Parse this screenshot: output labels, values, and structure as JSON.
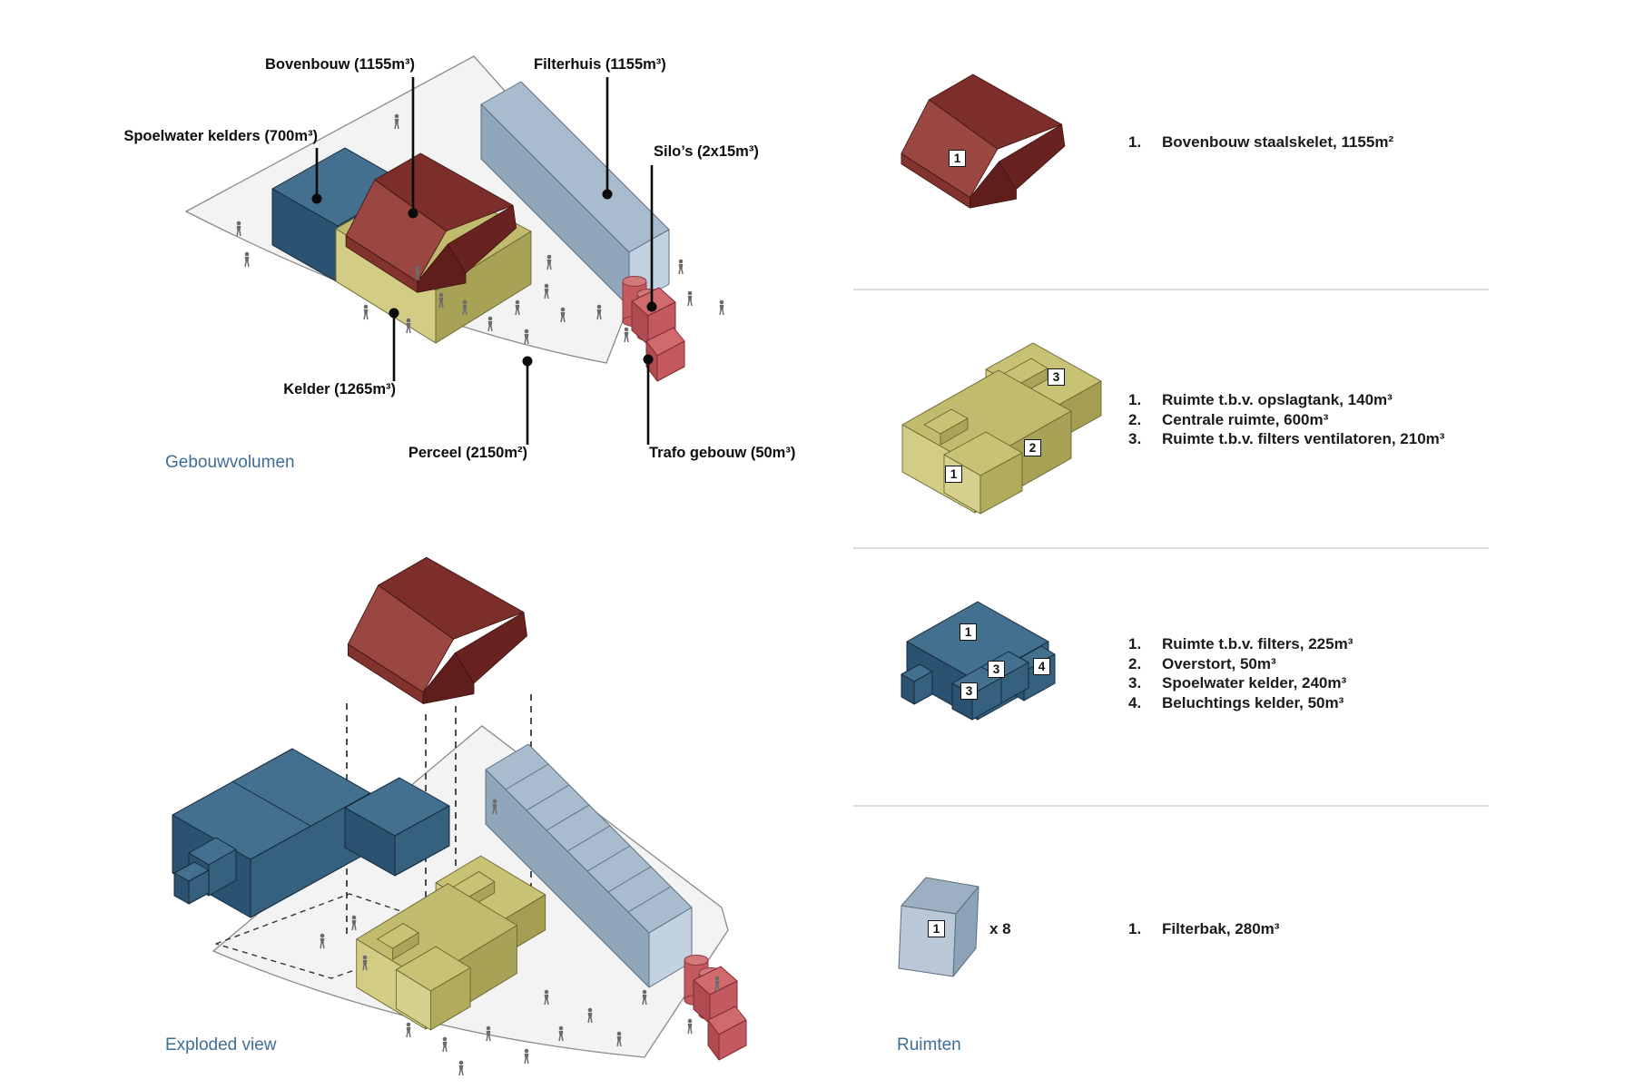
{
  "diagram_volumes": {
    "caption": "Gebouwvolumen",
    "labels": {
      "bovenbouw": "Bovenbouw (1155m³)",
      "filterhuis": "Filterhuis (1155m³)",
      "spoelwater": "Spoelwater kelders (700m³)",
      "silos": "Silo’s (2x15m³)",
      "kelder": "Kelder (1265m³)",
      "perceel": "Perceel (2150m²)",
      "trafo": "Trafo gebouw (50m³)"
    }
  },
  "diagram_exploded": {
    "caption": "Exploded view"
  },
  "panel": {
    "caption": "Ruimten",
    "sections": [
      {
        "badges": [
          "1"
        ],
        "items": [
          {
            "num": "1.",
            "text": "Bovenbouw staalskelet, 1155m²"
          }
        ]
      },
      {
        "badges": [
          "3",
          "2",
          "1"
        ],
        "items": [
          {
            "num": "1.",
            "text": "Ruimte t.b.v. opslagtank, 140m³"
          },
          {
            "num": "2.",
            "text": "Centrale ruimte, 600m³"
          },
          {
            "num": "3.",
            "text": "Ruimte t.b.v. filters ventilatoren, 210m³"
          }
        ]
      },
      {
        "badges": [
          "1",
          "3",
          "3",
          "4"
        ],
        "items": [
          {
            "num": "1.",
            "text": "Ruimte t.b.v. filters, 225m³"
          },
          {
            "num": "2.",
            "text": "Overstort, 50m³"
          },
          {
            "num": "3.",
            "text": "Spoelwater kelder, 240m³"
          },
          {
            "num": "4.",
            "text": "Beluchtings kelder, 50m³"
          }
        ]
      },
      {
        "badges": [
          "1"
        ],
        "multiplier": "x 8",
        "items": [
          {
            "num": "1.",
            "text": "Filterbak, 280m³"
          }
        ]
      }
    ],
    "colors": {
      "bovenbouw_red": "#9a4741",
      "kelder_yellow": "#c1bb6d",
      "filters_blue": "#44708f",
      "filterbak_lightblue": "#b9c7d6",
      "silo_red": "#c45a5f",
      "caption_blue": "#3e6d96"
    }
  }
}
